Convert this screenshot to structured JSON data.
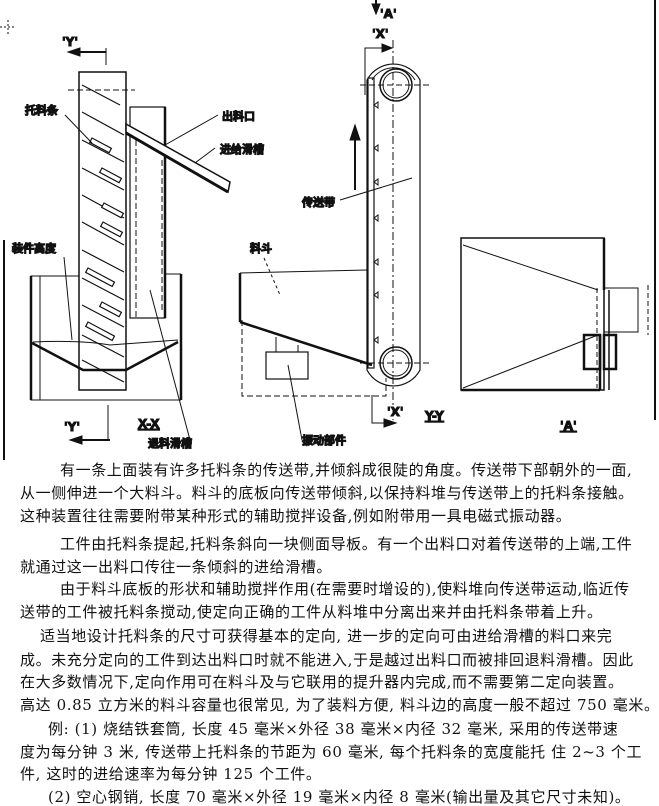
{
  "figure": {
    "labels": {
      "tuoliaotiao": "托料条",
      "chuliaokou": "出料口",
      "jingeihuacao": "进给滑槽",
      "zhuangjiangaodu": "装件高度",
      "tuiliaohuacao": "退料滑槽",
      "chuansongdai": "传送带",
      "liaodou": "料斗",
      "zhendongbujian": "振动部件"
    },
    "sections": {
      "y_top": "'Y'",
      "y_bottom": "'Y'",
      "x_top": "'X'",
      "x_bottom": "'X'",
      "a_top": "'A'",
      "xx": "X-X",
      "yy": "Y-Y",
      "a_view": "'A'"
    }
  },
  "text": {
    "lines": [
      "有一条上面装有许多托料条的传送带,并倾斜成很陡的角度。传送带下部朝外的一面,",
      "从一侧伸进一个大料斗。料斗的底板向传送带倾斜,以保持料堆与传送带上的托料条接触。",
      "这种装置往往需要附带某种形式的辅助搅拌设备,例如附带用一具电磁式振动器。",
      "工件由托料条提起,托料条斜向一块侧面导板。有一个出料口对着传送带的上端,工件",
      "就通过这一出料口传往一条倾斜的进给滑槽。",
      "由于料斗底板的形状和辅助搅拌作用(在需要时增设的),使料堆向传送带运动,临近传",
      "送带的工件被托料条搅动,使定向正确的工件从料堆中分离出来并由托料条带着上升。",
      "适当地设计托料条的尺寸可获得基本的定向, 进一步的定向可由进给滑槽的料口来完",
      "成。未充分定向的工件到达出料口时就不能进入,于是越过出料口而被排回退料滑槽。因此",
      "在大多数情况下,定向作用可在料斗及与它联用的提升器内完成,而不需要第二定向装置。",
      "高达 0.85 立方米的料斗容量也很常见, 为了装料方便, 料斗边的高度一般不超过 750 毫米。",
      "例: (1) 烧结铁套筒, 长度 45 毫米×外径 38 毫米×内径 32 毫米, 采用的传送带速",
      "度为每分钟 3 米, 传送带上托料条的节距为 60 毫米, 每个托料条的宽度能托 住 2~3 个工",
      "件, 这时的进给速率为每分钟 125 个工件。",
      "(2) 空心钢销, 长度 70 毫米×外径 19 毫米×内径 8 毫米(输出量及其它尺寸未知)。"
    ]
  }
}
